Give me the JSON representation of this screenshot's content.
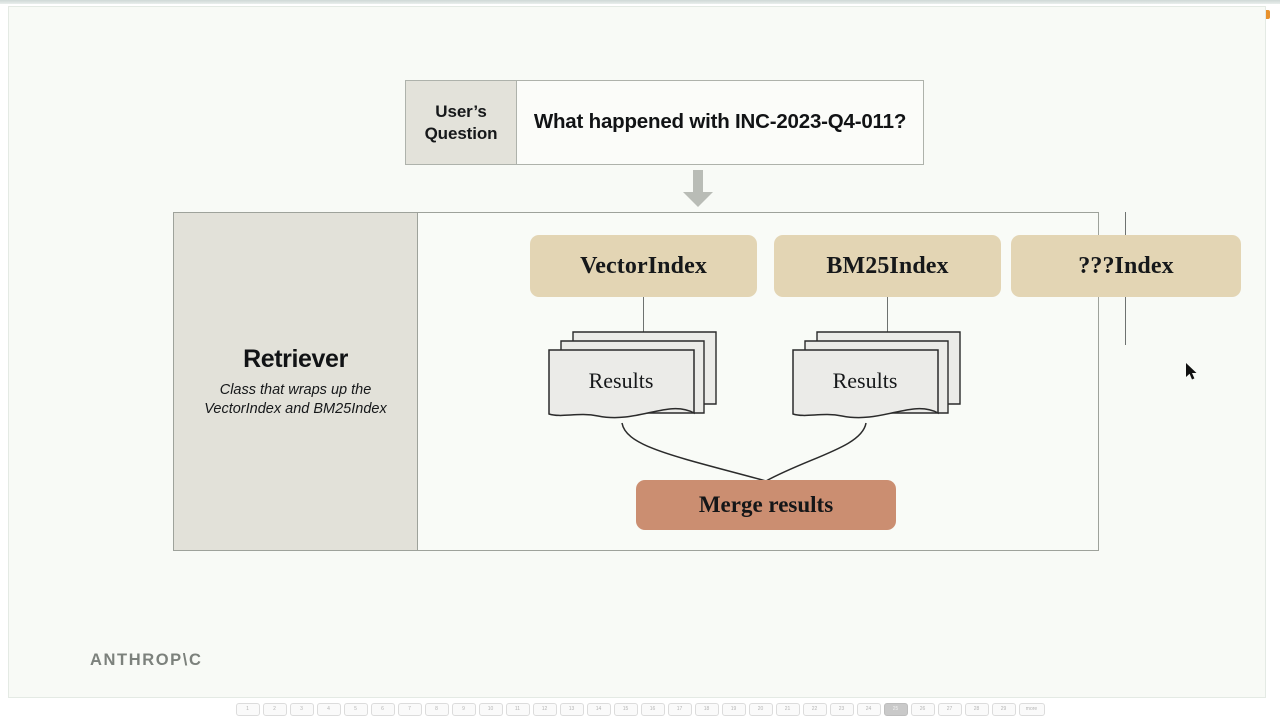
{
  "slide": {
    "question": {
      "label_line1": "User’s",
      "label_line2": "Question",
      "text": "What happened with INC-2023-Q4-011?"
    },
    "retriever": {
      "title": "Retriever",
      "subtitle_line1": "Class that wraps up the",
      "subtitle_line2": "VectorIndex and BM25Index"
    },
    "indexes": [
      {
        "label": "VectorIndex"
      },
      {
        "label": "BM25Index"
      },
      {
        "label": "???Index"
      }
    ],
    "results": [
      {
        "label": "Results"
      },
      {
        "label": "Results"
      }
    ],
    "merge": {
      "label": "Merge results"
    },
    "brand": "ANTHROP\\C",
    "arrow_icon": "arrow-down-icon"
  },
  "colors": {
    "canvas": "#f8faf6",
    "panel_grey": "#e2e1d9",
    "index_tan": "#e3d5b4",
    "merge_terracotta": "#cb8e71",
    "document_fill": "#ebebe8",
    "border": "#9ea29b",
    "brand_grey": "#7c817c",
    "accent_orange": "#e8912d"
  },
  "pager": {
    "active_index": 24,
    "items": [
      "1",
      "2",
      "3",
      "4",
      "5",
      "6",
      "7",
      "8",
      "9",
      "10",
      "11",
      "12",
      "13",
      "14",
      "15",
      "16",
      "17",
      "18",
      "19",
      "20",
      "21",
      "22",
      "23",
      "24",
      "25",
      "26",
      "27",
      "28",
      "29",
      "more"
    ]
  }
}
